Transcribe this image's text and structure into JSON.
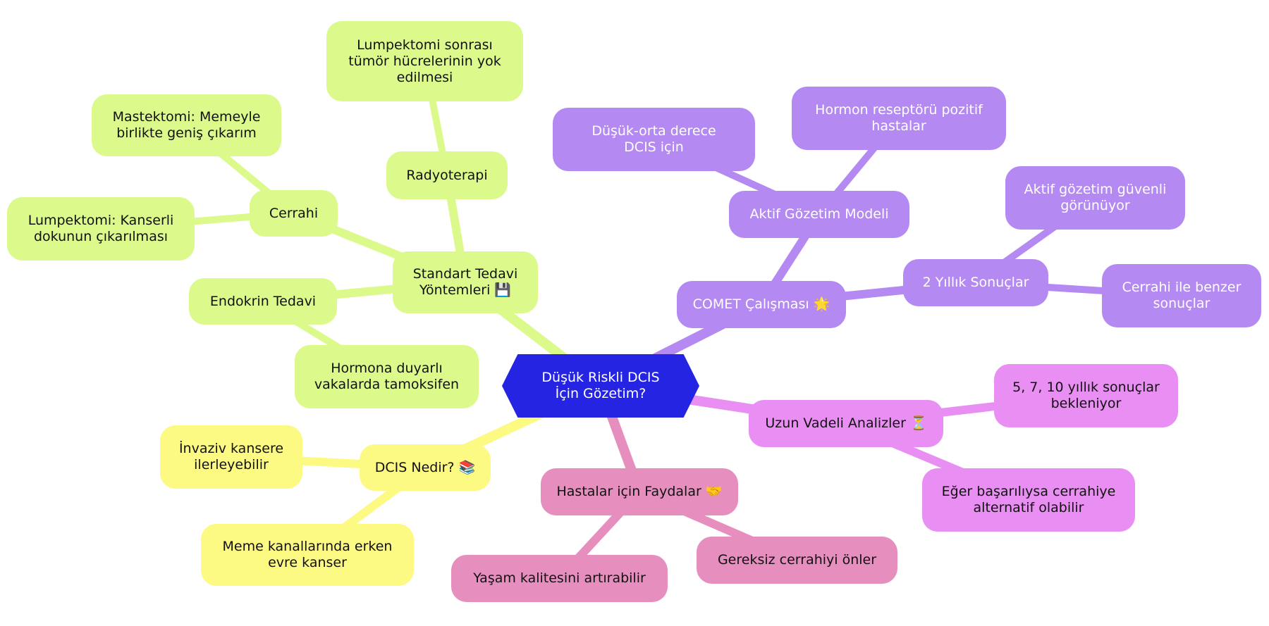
{
  "colors": {
    "root": "#2424e2",
    "standart": "#dcfa8c",
    "standart_edge": "#dcfa8c",
    "dcis": "#fdfa84",
    "comet": "#b489f2",
    "uzun": "#e98ef2",
    "hastalar": "#e68fbf"
  },
  "root": {
    "label": "Düşük Riskli DCIS İçin Gözetim?"
  },
  "nodes": {
    "standart": "Standart Tedavi Yöntemleri 💾",
    "cerrahi": "Cerrahi",
    "mastektomi": "Mastektomi: Memeyle birlikte geniş çıkarım",
    "lumpektomi": "Lumpektomi: Kanserli dokunun çıkarılması",
    "radyoterapi": "Radyoterapi",
    "radyo_detay": "Lumpektomi sonrası tümör hücrelerinin yok edilmesi",
    "endokrin": "Endokrin Tedavi",
    "endokrin_detay": "Hormona duyarlı vakalarda tamoksifen",
    "dcis": "DCIS Nedir? 📚",
    "invaziv": "İnvaziv kansere ilerleyebilir",
    "meme": "Meme kanallarında erken evre kanser",
    "comet": "COMET Çalışması 🌟",
    "aktif_model": "Aktif Gözetim Modeli",
    "dusuk_orta": "Düşük-orta derece DCIS için",
    "hormon": "Hormon reseptörü pozitif hastalar",
    "iki_yil": "2 Yıllık Sonuçlar",
    "aktif_guvenli": "Aktif gözetim güvenli görünüyor",
    "cerrahi_benzer": "Cerrahi ile benzer sonuçlar",
    "uzun": "Uzun Vadeli Analizler ⏳",
    "bes_yedi": "5, 7, 10 yıllık sonuçlar bekleniyor",
    "eger": "Eğer başarılıysa cerrahiye alternatif olabilir",
    "hastalar": "Hastalar için Faydalar 🤝",
    "gereksiz": "Gereksiz cerrahiyi önler",
    "yasam": "Yaşam kalitesini artırabilir"
  }
}
